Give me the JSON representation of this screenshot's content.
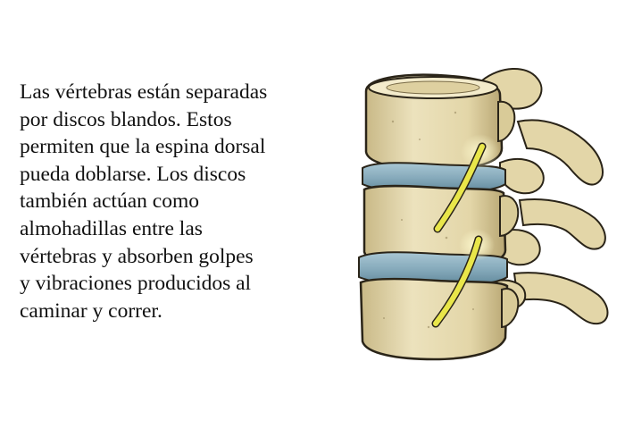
{
  "body_text": {
    "lines": [
      "Las vértebras están separadas",
      "por discos blandos. Estos",
      "permiten que la espina dorsal",
      "pueda doblarse. Los discos",
      "también actúan como",
      "almohadillas entre las",
      "vértebras y absorben golpes",
      "y vibraciones producidos al",
      "caminar y correr."
    ]
  },
  "illustration": {
    "icon": "spine-vertebrae-illustration",
    "colors": {
      "bone": "#e8dcb2",
      "bone_shadow": "#b9a878",
      "outline": "#2a2418",
      "disc": "#8fb3c4",
      "disc_dark": "#5f879a",
      "nerve": "#e9e64a",
      "nerve_glow": "#fbf9b5"
    }
  }
}
